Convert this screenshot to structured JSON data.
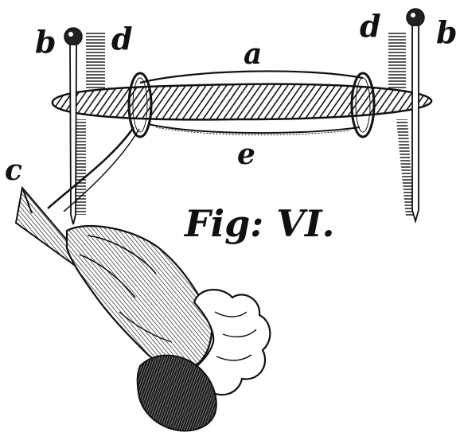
{
  "figure": {
    "caption": "Fig: VI.",
    "labels": {
      "a": "a",
      "b_left": "b",
      "b_right": "b",
      "c": "c",
      "d_left": "d",
      "d_right": "d",
      "e": "e"
    },
    "ink_color": "#111111",
    "paper_color": "#ffffff"
  }
}
